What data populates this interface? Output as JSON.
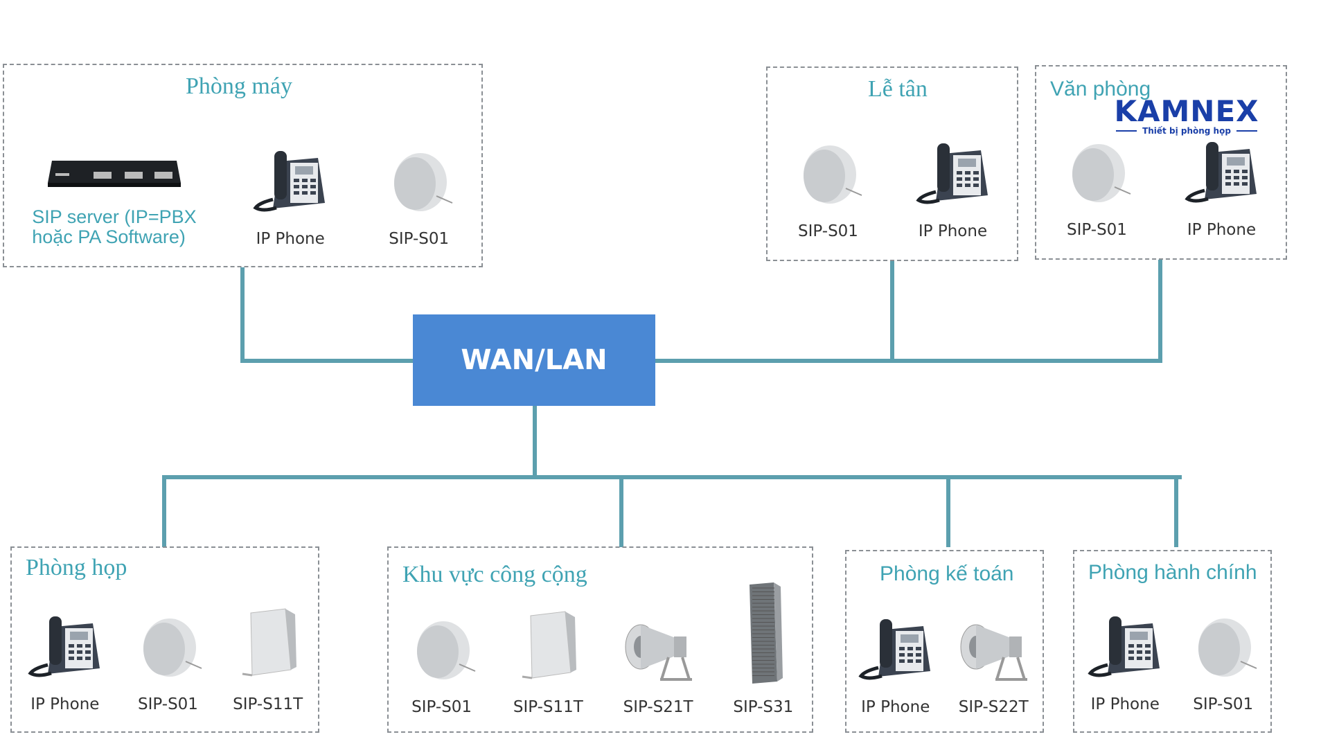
{
  "network": {
    "label": "WAN/LAN"
  },
  "logo": {
    "brand": "KAMNEX",
    "tagline": "Thiết bị phòng họp"
  },
  "colors": {
    "line": "#5c9fae",
    "network_box": "#4a88d4",
    "zone_title": "#3fa3b3",
    "logo": "#1a3fa8"
  },
  "zones": [
    {
      "title": "Phòng máy",
      "devices": [
        {
          "icon": "sip-server-icon",
          "label": "SIP server (IP=PBX\nhoặc PA Software)"
        },
        {
          "icon": "ip-phone-icon",
          "label": "IP Phone"
        },
        {
          "icon": "ceiling-speaker-icon",
          "label": "SIP-S01"
        }
      ]
    },
    {
      "title": "Lễ tân",
      "devices": [
        {
          "icon": "ceiling-speaker-icon",
          "label": "SIP-S01"
        },
        {
          "icon": "ip-phone-icon",
          "label": "IP Phone"
        }
      ]
    },
    {
      "title": "Văn phòng",
      "devices": [
        {
          "icon": "ceiling-speaker-icon",
          "label": "SIP-S01"
        },
        {
          "icon": "ip-phone-icon",
          "label": "IP Phone"
        }
      ]
    },
    {
      "title": "Phòng họp",
      "devices": [
        {
          "icon": "ip-phone-icon",
          "label": "IP Phone"
        },
        {
          "icon": "ceiling-speaker-icon",
          "label": "SIP-S01"
        },
        {
          "icon": "wall-speaker-icon",
          "label": "SIP-S11T"
        }
      ]
    },
    {
      "title": "Khu vực công cộng",
      "devices": [
        {
          "icon": "ceiling-speaker-icon",
          "label": "SIP-S01"
        },
        {
          "icon": "wall-speaker-icon",
          "label": "SIP-S11T"
        },
        {
          "icon": "horn-speaker-icon",
          "label": "SIP-S21T"
        },
        {
          "icon": "column-speaker-icon",
          "label": "SIP-S31"
        }
      ]
    },
    {
      "title": "Phòng kế toán",
      "devices": [
        {
          "icon": "ip-phone-icon",
          "label": "IP Phone"
        },
        {
          "icon": "horn-speaker-icon",
          "label": "SIP-S22T"
        }
      ]
    },
    {
      "title": "Phòng hành chính",
      "devices": [
        {
          "icon": "ip-phone-icon",
          "label": "IP Phone"
        },
        {
          "icon": "ceiling-speaker-icon",
          "label": "SIP-S01"
        }
      ]
    }
  ]
}
